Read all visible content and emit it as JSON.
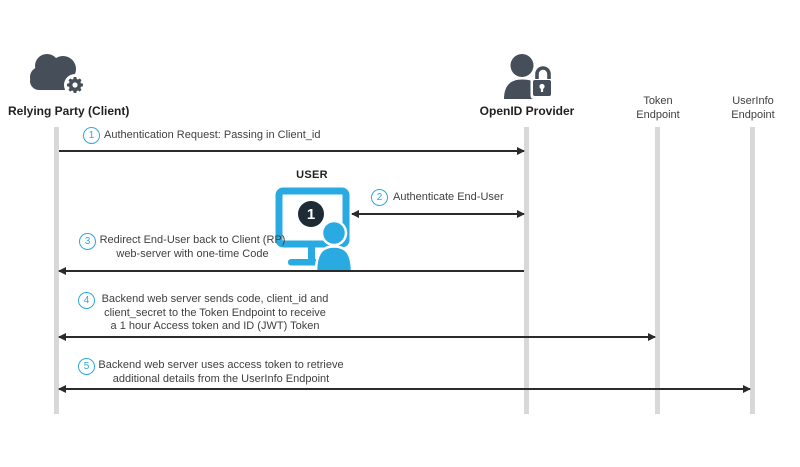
{
  "palette": {
    "accent_cyan": "#29ABE2",
    "icon_dark_slate": "#454E59",
    "screen_badge_dark": "#1C2B36",
    "lifeline_gray": "#D8D8D8",
    "arrow_black": "#2B2B2B",
    "text_dark": "#414042"
  },
  "actors": {
    "relying_party": {
      "label": "Relying Party (Client)",
      "icon": "cloud-gear-icon"
    },
    "openid_provider": {
      "label": "OpenID Provider",
      "icon": "person-lock-icon"
    },
    "token_endpoint": {
      "line1": "Token",
      "line2": "Endpoint"
    },
    "userinfo_endpoint": {
      "line1": "UserInfo",
      "line2": "Endpoint"
    }
  },
  "user": {
    "label": "USER",
    "screen_badge": "1",
    "icon": "monitor-person-icon"
  },
  "steps": [
    {
      "num": "1",
      "lines": [
        "Authentication Request: Passing in Client_id"
      ]
    },
    {
      "num": "2",
      "lines": [
        "Authenticate End-User"
      ]
    },
    {
      "num": "3",
      "lines": [
        "Redirect End-User back to Client (RP)",
        "web-server with one-time Code"
      ]
    },
    {
      "num": "4",
      "lines": [
        "Backend web server sends code, client_id and",
        "client_secret to the Token Endpoint to receive",
        "a 1 hour Access token and ID (JWT) Token"
      ]
    },
    {
      "num": "5",
      "lines": [
        "Backend web server uses access token to retrieve",
        "additional details from the UserInfo Endpoint"
      ]
    }
  ]
}
